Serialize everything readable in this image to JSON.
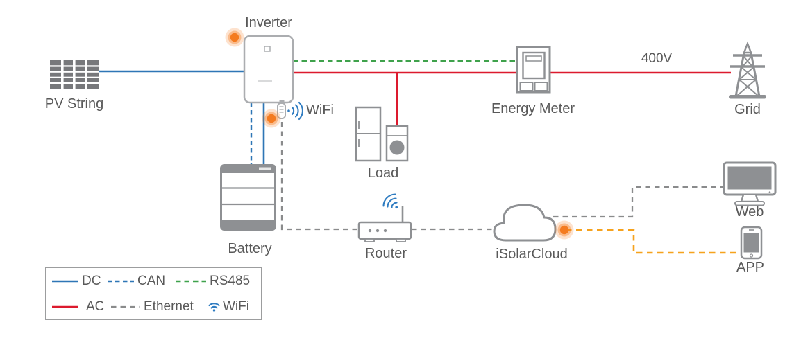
{
  "colors": {
    "dc": "#2E76B6",
    "ac": "#DC1A2E",
    "rs485": "#3FA24C",
    "eth": "#8A8B8C",
    "applink": "#F6A21D",
    "hotspot": "#F47B20",
    "wifi": "#2F7CC1",
    "icon": "#8E9093",
    "icon_light": "#ABADB0",
    "panel": "#77787B",
    "text": "#595959",
    "legend_border": "#9C9D9E"
  },
  "nodes": {
    "pv_string": "PV String",
    "inverter": "Inverter",
    "wifi_dongle": "WiFi",
    "battery": "Battery",
    "load": "Load",
    "energy_meter": "Energy Meter",
    "grid": "Grid",
    "router": "Router",
    "cloud": "iSolarCloud",
    "web": "Web",
    "app": "APP"
  },
  "annotations": {
    "grid_voltage": "400V"
  },
  "legend": {
    "rows": [
      [
        {
          "type": "dc",
          "label": "DC"
        },
        {
          "type": "can",
          "label": "CAN"
        },
        {
          "type": "rs485",
          "label": "RS485"
        }
      ],
      [
        {
          "type": "ac",
          "label": "AC"
        },
        {
          "type": "ethernet",
          "label": "Ethernet"
        },
        {
          "type": "wifi",
          "label": "WiFi"
        }
      ]
    ]
  }
}
